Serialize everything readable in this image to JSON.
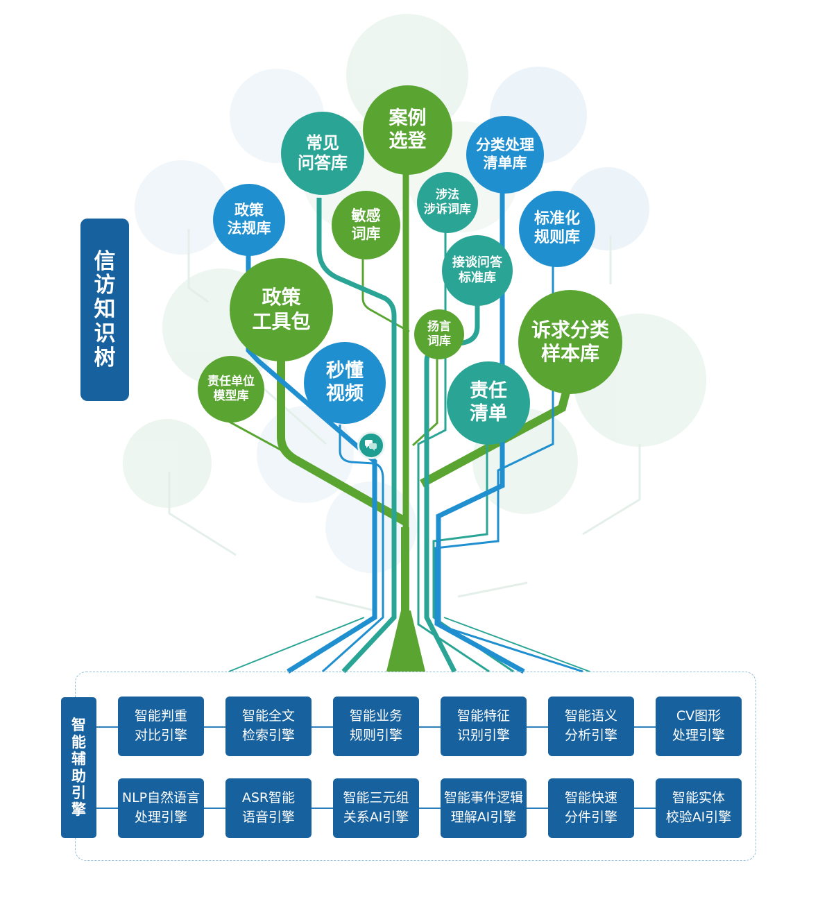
{
  "title_chars": [
    "信",
    "访",
    "知",
    "识",
    "树"
  ],
  "nodes": [
    {
      "id": "case-selection",
      "lines": [
        "案例",
        "选登"
      ]
    },
    {
      "id": "faq-library",
      "lines": [
        "常见",
        "问答库"
      ]
    },
    {
      "id": "classification-checklist",
      "lines": [
        "分类处理",
        "清单库"
      ]
    },
    {
      "id": "policy-regulation",
      "lines": [
        "政策",
        "法规库"
      ]
    },
    {
      "id": "sensitive-words",
      "lines": [
        "敏感",
        "词库"
      ]
    },
    {
      "id": "legal-words",
      "lines": [
        "涉法",
        "涉诉词库"
      ]
    },
    {
      "id": "standard-rules",
      "lines": [
        "标准化",
        "规则库"
      ]
    },
    {
      "id": "reception-qa",
      "lines": [
        "接谈问答",
        "标准库"
      ]
    },
    {
      "id": "policy-toolkit",
      "lines": [
        "政策",
        "工具包"
      ]
    },
    {
      "id": "threat-words",
      "lines": [
        "扬言",
        "词库"
      ]
    },
    {
      "id": "appeal-samples",
      "lines": [
        "诉求分类",
        "样本库"
      ]
    },
    {
      "id": "unit-model",
      "lines": [
        "责任单位",
        "模型库"
      ]
    },
    {
      "id": "quick-video",
      "lines": [
        "秒懂",
        "视频"
      ]
    },
    {
      "id": "responsibility-list",
      "lines": [
        "责任",
        "清单"
      ]
    }
  ],
  "engine_label_chars": [
    "智",
    "能",
    "辅",
    "助",
    "引",
    "擎"
  ],
  "engines": [
    [
      [
        "智能判重",
        "对比引擎"
      ],
      [
        "智能全文",
        "检索引擎"
      ],
      [
        "智能业务",
        "规则引擎"
      ],
      [
        "智能特征",
        "识别引擎"
      ],
      [
        "智能语义",
        "分析引擎"
      ],
      [
        "CV图形",
        "处理引擎"
      ]
    ],
    [
      [
        "NLP自然语言",
        "处理引擎"
      ],
      [
        "ASR智能",
        "语音引擎"
      ],
      [
        "智能三元组",
        "关系AI引擎"
      ],
      [
        "智能事件逻辑",
        "理解AI引擎"
      ],
      [
        "智能快速",
        "分件引擎"
      ],
      [
        "智能实体",
        "校验AI引擎"
      ]
    ]
  ],
  "icons": {
    "video": "video-chat-icon"
  },
  "colors": {
    "green": "#5aa532",
    "teal": "#2aa595",
    "blue": "#1f8fcf",
    "navy": "#17619e"
  }
}
